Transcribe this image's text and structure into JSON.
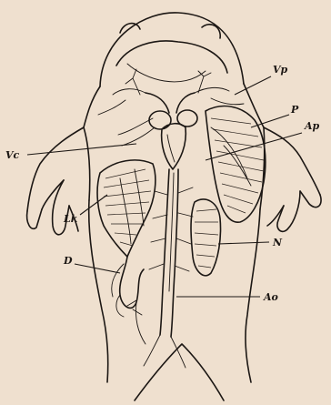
{
  "labels": {
    "vp": "Vp",
    "p": "P",
    "ap": "Ap",
    "vc": "Vc",
    "lk": "Lk",
    "d": "D",
    "n": "N",
    "ao": "Ao"
  }
}
